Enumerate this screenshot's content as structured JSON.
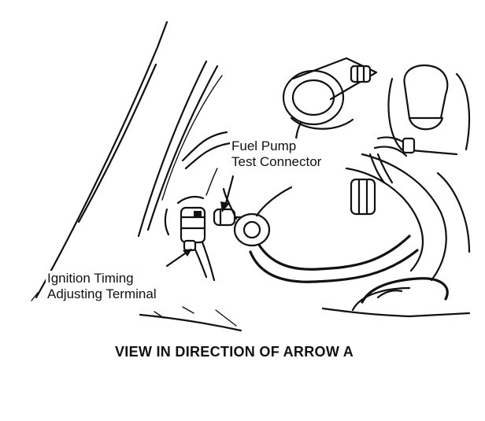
{
  "labels": {
    "fuel_pump_line1": "Fuel Pump",
    "fuel_pump_line2": "Test Connector",
    "ignition_line1": "Ignition Timing",
    "ignition_line2": "Adjusting Terminal"
  },
  "caption": "VIEW IN DIRECTION OF ARROW A",
  "colors": {
    "ink": "#111111",
    "paper": "#ffffff"
  }
}
